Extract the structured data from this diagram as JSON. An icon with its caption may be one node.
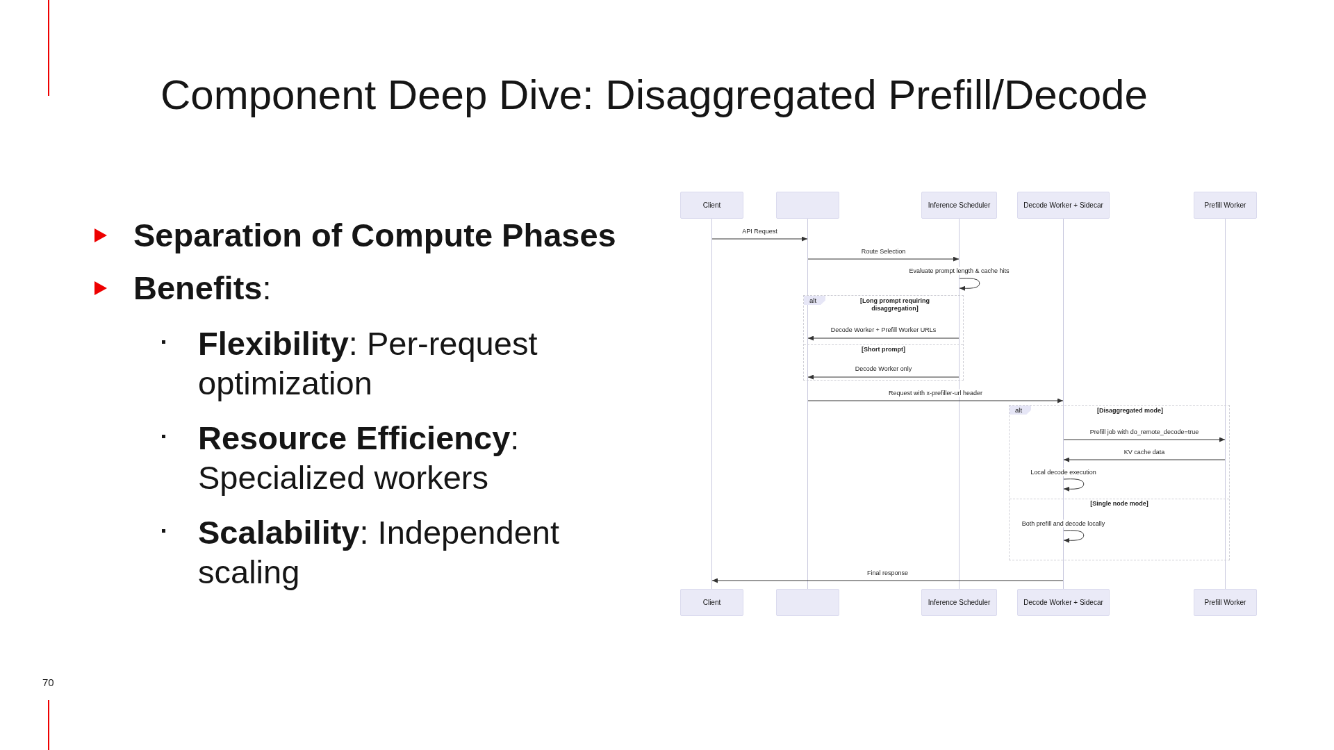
{
  "diagram": {
    "title": "Component Deep Dive: Disaggregated Prefill/Decode",
    "nodes": [
      {
        "text": [
          "Client"
        ]
      },
      {
        "text": [],
        "shape": "box"
      },
      {
        "text": [
          "Inference Scheduler"
        ]
      },
      {
        "text": [
          "Decode Worker + Sidecar"
        ]
      },
      {
        "text": [
          "Prefill Worker"
        ]
      },
      {
        "text": [],
        "shape": "line"
      },
      {
        "text": [],
        "shape": "line"
      },
      {
        "text": [],
        "shape": "line"
      },
      {
        "text": [],
        "shape": "line"
      },
      {
        "text": [],
        "shape": "line"
      },
      {
        "text": [
          "[Long prompt requiring disaggregation]",
          "[Short prompt]"
        ]
      },
      {
        "text": [
          "alt"
        ],
        "in": 10
      },
      {
        "text": [
          "[Disaggregated mode]",
          "[Single node mode]"
        ]
      },
      {
        "text": [
          "alt"
        ],
        "in": 12
      },
      {
        "text": [
          "Client"
        ]
      },
      {
        "text": [],
        "shape": "box"
      },
      {
        "text": [
          "Inference Scheduler"
        ]
      },
      {
        "text": [
          "Decode Worker + Sidecar"
        ]
      },
      {
        "text": [
          "Prefill Worker"
        ]
      }
    ],
    "edges": [
      {
        "from": 5,
        "to": 6,
        "arrow": "to",
        "label": "API Request"
      },
      {
        "from": 6,
        "to": 7,
        "arrow": "to",
        "label": "Route Selection"
      },
      {
        "from": 7,
        "to": 7,
        "arrow": "to",
        "label": "Evaluate prompt length & cache hits"
      },
      {
        "from": 7,
        "to": 6,
        "arrow": "to",
        "label": "Decode Worker + Prefill Worker URLs"
      },
      {
        "from": 7,
        "to": 6,
        "arrow": "to",
        "label": "Decode Worker only"
      },
      {
        "from": 6,
        "to": 8,
        "arrow": "to",
        "label": "Request with x-prefiller-url header"
      },
      {
        "from": 8,
        "to": 9,
        "arrow": "to",
        "label": "Prefill job with do_remote_decode=true"
      },
      {
        "from": 9,
        "to": 8,
        "arrow": "to",
        "label": "KV cache data"
      },
      {
        "from": 8,
        "to": 8,
        "arrow": "to",
        "label": "Local decode execution"
      },
      {
        "from": 8,
        "to": 8,
        "arrow": "to",
        "label": "Both prefill and decode locally"
      },
      {
        "from": 8,
        "to": 5,
        "arrow": "to",
        "label": "Final response"
      }
    ],
    "labels": [
      "Separation of Compute Phases",
      "**Benefits**:",
      "**Flexibility**: Per-request optimization",
      "**Resource Efficiency**: Specialized workers",
      "**Scalability**: Independent scaling",
      "70"
    ]
  }
}
